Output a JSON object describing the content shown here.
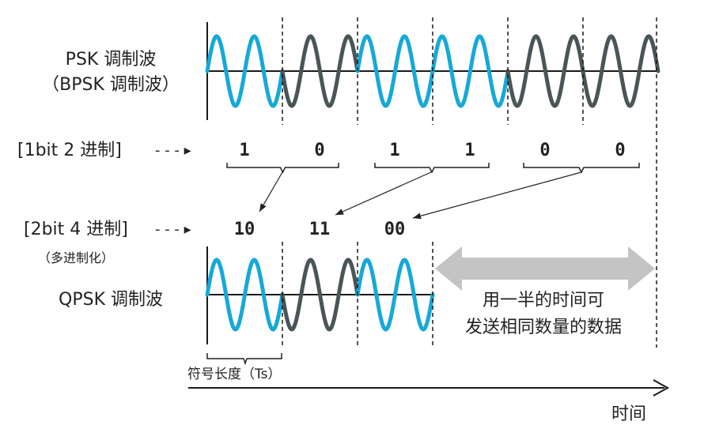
{
  "colors": {
    "bit_one_wave": "#16a9d8",
    "bit_zero_wave": "#4a5558",
    "axis": "#1a1a1a",
    "highlight_label": "#cc1f1f",
    "arrow_band": "#c4c4c4"
  },
  "psk": {
    "label_line1": "PSK 调制波",
    "label_line2": "（BPSK 调制波）",
    "bits": [
      "1",
      "0",
      "1",
      "1",
      "0",
      "0"
    ]
  },
  "binary_row": {
    "label": "[1bit 2 进制]",
    "arrow": "- - - ▸"
  },
  "quaternary_row": {
    "label": "[2bit 4 进制]",
    "sub_label": "（多进制化）",
    "arrow": "- - - ▸",
    "symbols": [
      "10",
      "11",
      "00"
    ]
  },
  "qpsk": {
    "label": "QPSK 调制波",
    "symbol_kinds": [
      "one",
      "zero",
      "one"
    ]
  },
  "note": {
    "line1": "用一半的时间可",
    "line2": "发送相同数量的数据"
  },
  "symbol_length_label": "符号长度（Ts）",
  "time_axis_label": "时间",
  "icons": {
    "axis_arrow": "arrow-right-icon",
    "double_arrow": "double-headed-arrow-icon"
  }
}
